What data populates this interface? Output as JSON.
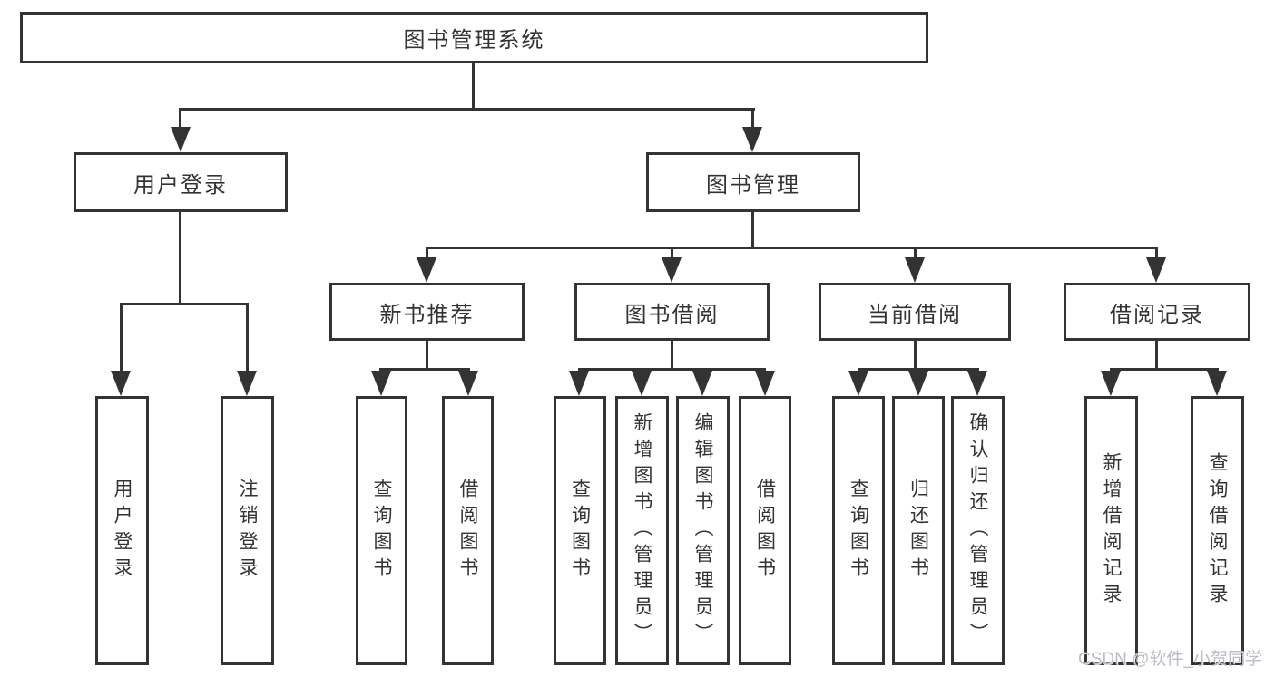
{
  "diagram": {
    "title": "图书管理系统",
    "tree": {
      "label": "图书管理系统",
      "children": [
        {
          "label": "用户登录",
          "children": [
            {
              "label": "用户登录"
            },
            {
              "label": "注销登录"
            }
          ]
        },
        {
          "label": "图书管理",
          "children": [
            {
              "label": "新书推荐",
              "children": [
                {
                  "label": "查询图书"
                },
                {
                  "label": "借阅图书"
                }
              ]
            },
            {
              "label": "图书借阅",
              "children": [
                {
                  "label": "查询图书"
                },
                {
                  "label": "新增图书（管理员）"
                },
                {
                  "label": "编辑图书（管理员）"
                },
                {
                  "label": "借阅图书"
                }
              ]
            },
            {
              "label": "当前借阅",
              "children": [
                {
                  "label": "查询图书"
                },
                {
                  "label": "归还图书"
                },
                {
                  "label": "确认归还（管理员）"
                }
              ]
            },
            {
              "label": "借阅记录",
              "children": [
                {
                  "label": "新增借阅记录"
                },
                {
                  "label": "查询借阅记录"
                }
              ]
            }
          ]
        }
      ]
    }
  },
  "watermark": {
    "text": "CSDN @软件_小贺同学"
  },
  "colors": {
    "line": "#333333",
    "text": "#333333",
    "watermark": "#b9bcc2",
    "background": "#ffffff"
  }
}
